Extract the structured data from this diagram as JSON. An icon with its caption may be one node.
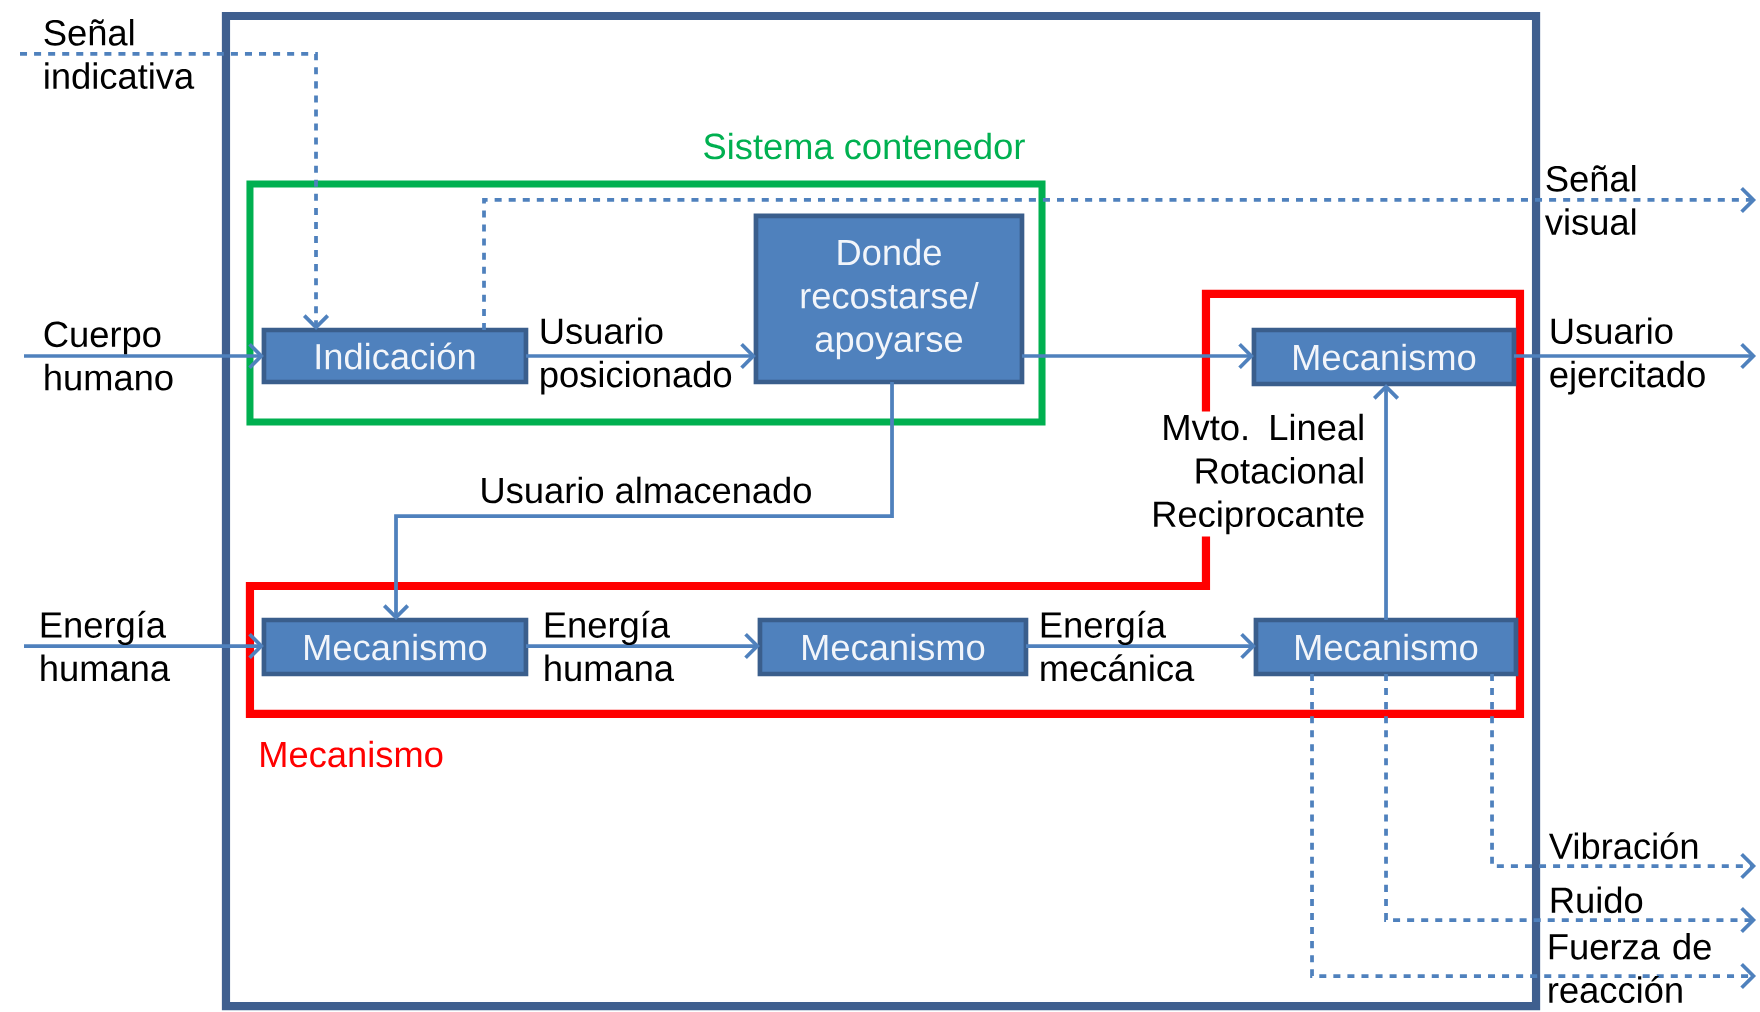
{
  "diagram": {
    "nodes": [
      {
        "text": [],
        "shape": "box"
      },
      {
        "text": [
          "Sistema contenedor"
        ],
        "in": 0
      },
      {
        "text": [
          "Indicación"
        ],
        "in": 1
      },
      {
        "text": [
          "Donde recostarse/ apoyarse"
        ],
        "in": 1
      },
      {
        "text": [
          "Mecanismo"
        ],
        "in": 0
      },
      {
        "text": [
          "Mecanismo"
        ],
        "in": 4
      },
      {
        "text": [
          "Mecanismo"
        ],
        "in": 4
      },
      {
        "text": [
          "Mecanismo"
        ],
        "in": 4
      },
      {
        "text": [
          "Mecanismo"
        ],
        "in": 4
      }
    ],
    "edges": [
      {
        "from": null,
        "to": 2,
        "arrow": "to",
        "style": "dashed",
        "label": "Señal indicativa"
      },
      {
        "from": null,
        "to": 2,
        "arrow": "to",
        "label": "Cuerpo humano"
      },
      {
        "from": 2,
        "to": 3,
        "arrow": "to",
        "label": "Usuario posicionado"
      },
      {
        "from": 2,
        "to": null,
        "arrow": "to",
        "style": "dashed",
        "label": "Señal visual"
      },
      {
        "from": 3,
        "to": 5,
        "arrow": "to"
      },
      {
        "from": 3,
        "to": 6,
        "arrow": "to",
        "label": "Usuario almacenado"
      },
      {
        "from": null,
        "to": 6,
        "arrow": "to",
        "label": "Energía humana"
      },
      {
        "from": 6,
        "to": 7,
        "arrow": "to",
        "label": "Energía humana"
      },
      {
        "from": 7,
        "to": 8,
        "arrow": "to",
        "label": "Energía mecánica"
      },
      {
        "from": 8,
        "to": 5,
        "arrow": "to",
        "label": "Mvto. Lineal Rotacional Reciprocante"
      },
      {
        "from": 5,
        "to": null,
        "arrow": "to",
        "label": "Usuario ejercitado"
      },
      {
        "from": 8,
        "to": null,
        "arrow": "to",
        "style": "dashed",
        "label": "Vibración"
      },
      {
        "from": 8,
        "to": null,
        "arrow": "to",
        "style": "dashed",
        "label": "Ruido"
      },
      {
        "from": 8,
        "to": null,
        "arrow": "to",
        "style": "dashed",
        "label": "Fuerza de reacción"
      }
    ]
  }
}
